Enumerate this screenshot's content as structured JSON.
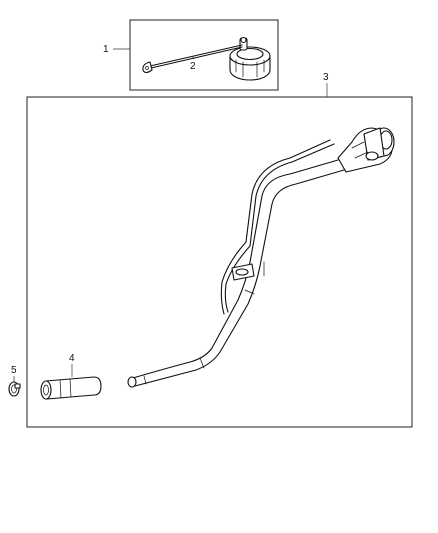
{
  "callouts": {
    "c1": "1",
    "c2": "2",
    "c3": "3",
    "c4": "4",
    "c5": "5"
  },
  "parts": [
    {
      "number": "1",
      "icon": "fuel-cap-with-tether-icon"
    },
    {
      "number": "2",
      "icon": "tether-strap-icon"
    },
    {
      "number": "3",
      "icon": "fuel-filler-tube-icon"
    },
    {
      "number": "4",
      "icon": "hose-icon"
    },
    {
      "number": "5",
      "icon": "hose-clamp-icon"
    }
  ],
  "colors": {
    "line": "#111111",
    "background": "#ffffff"
  }
}
